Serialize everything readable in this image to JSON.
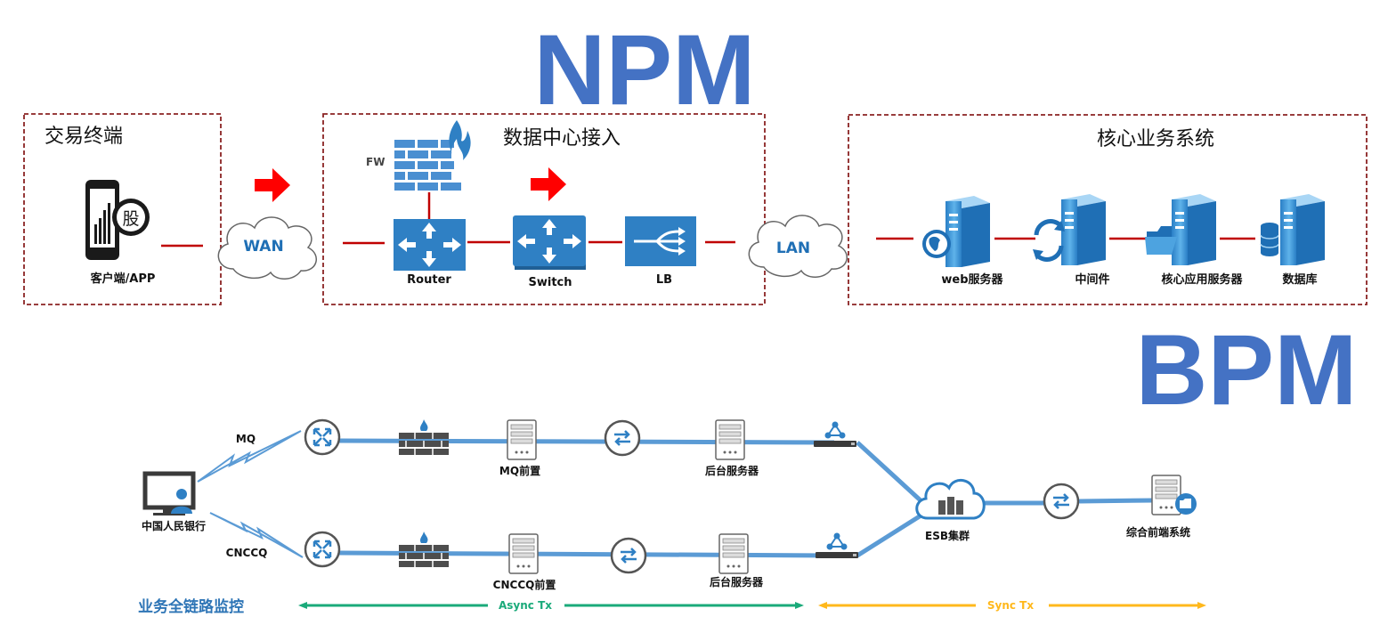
{
  "npm": {
    "title": "NPM",
    "groups": {
      "terminal": "交易终端",
      "datacenter": "数据中心接入",
      "core": "核心业务系统"
    },
    "phone_glyph": "股",
    "client_label": "客户端/APP",
    "wan": "WAN",
    "lan": "LAN",
    "fw": "FW",
    "router": "Router",
    "switch": "Switch",
    "lb": "LB",
    "servers": [
      "web服务器",
      "中间件",
      "核心应用服务器",
      "数据库"
    ]
  },
  "bpm": {
    "title": "BPM",
    "source": "中国人民银行",
    "mq": "MQ",
    "cnccq": "CNCCQ",
    "mq_front": "MQ前置",
    "cnccq_front": "CNCCQ前置",
    "backend_top": "后台服务器",
    "backend_bottom": "后台服务器",
    "esb": "ESB集群",
    "frontend": "综合前端系统",
    "monitor": "业务全链路监控",
    "async": "Async Tx",
    "sync": "Sync Tx"
  },
  "colors": {
    "title_blue": "#4472c4",
    "dashed_border": "#8b2323",
    "link_red": "#c00000",
    "arrow_red": "#ff0000",
    "device_blue": "#2f80c4",
    "line_blue": "#5b9bd5",
    "async_green": "#1aaa7a",
    "sync_yellow": "#ffb81c",
    "monitor_text": "#2e75b6"
  }
}
